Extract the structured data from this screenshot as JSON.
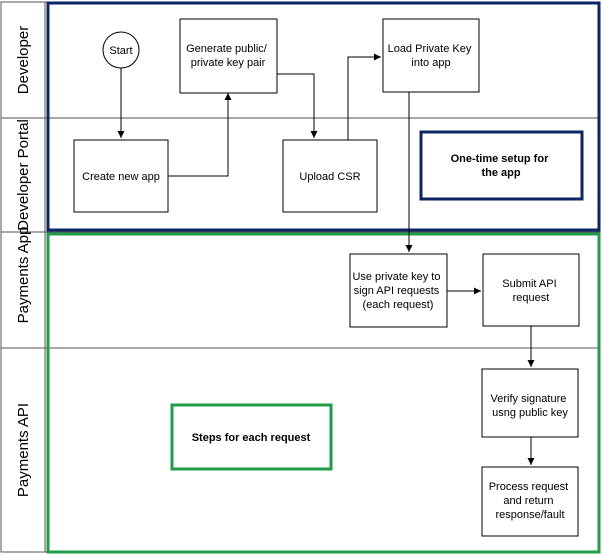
{
  "lanes": {
    "developer": "Developer",
    "developer_portal": "Developer Portal",
    "payments_app": "Payments App",
    "payments_api": "Payments API"
  },
  "nodes": {
    "start": "Start",
    "create_app": "Create new app",
    "generate_keys": [
      "Generate public/",
      "private key pair"
    ],
    "upload_csr": "Upload CSR",
    "load_key": [
      "Load Private Key",
      "into app"
    ],
    "sign_requests": [
      "Use private key to",
      "sign API requests",
      "(each request)"
    ],
    "submit_request": [
      "Submit API",
      "request"
    ],
    "verify_signature": [
      "Verify signature",
      "usng public key"
    ],
    "process_request": [
      "Process request",
      "and return",
      "response/fault"
    ]
  },
  "notes": {
    "setup": [
      "One-time setup for",
      "the app"
    ],
    "per_request": "Steps for each request"
  },
  "colors": {
    "setup_group": "#0b2566",
    "request_group": "#1f9e4a",
    "lines": "#000000"
  }
}
